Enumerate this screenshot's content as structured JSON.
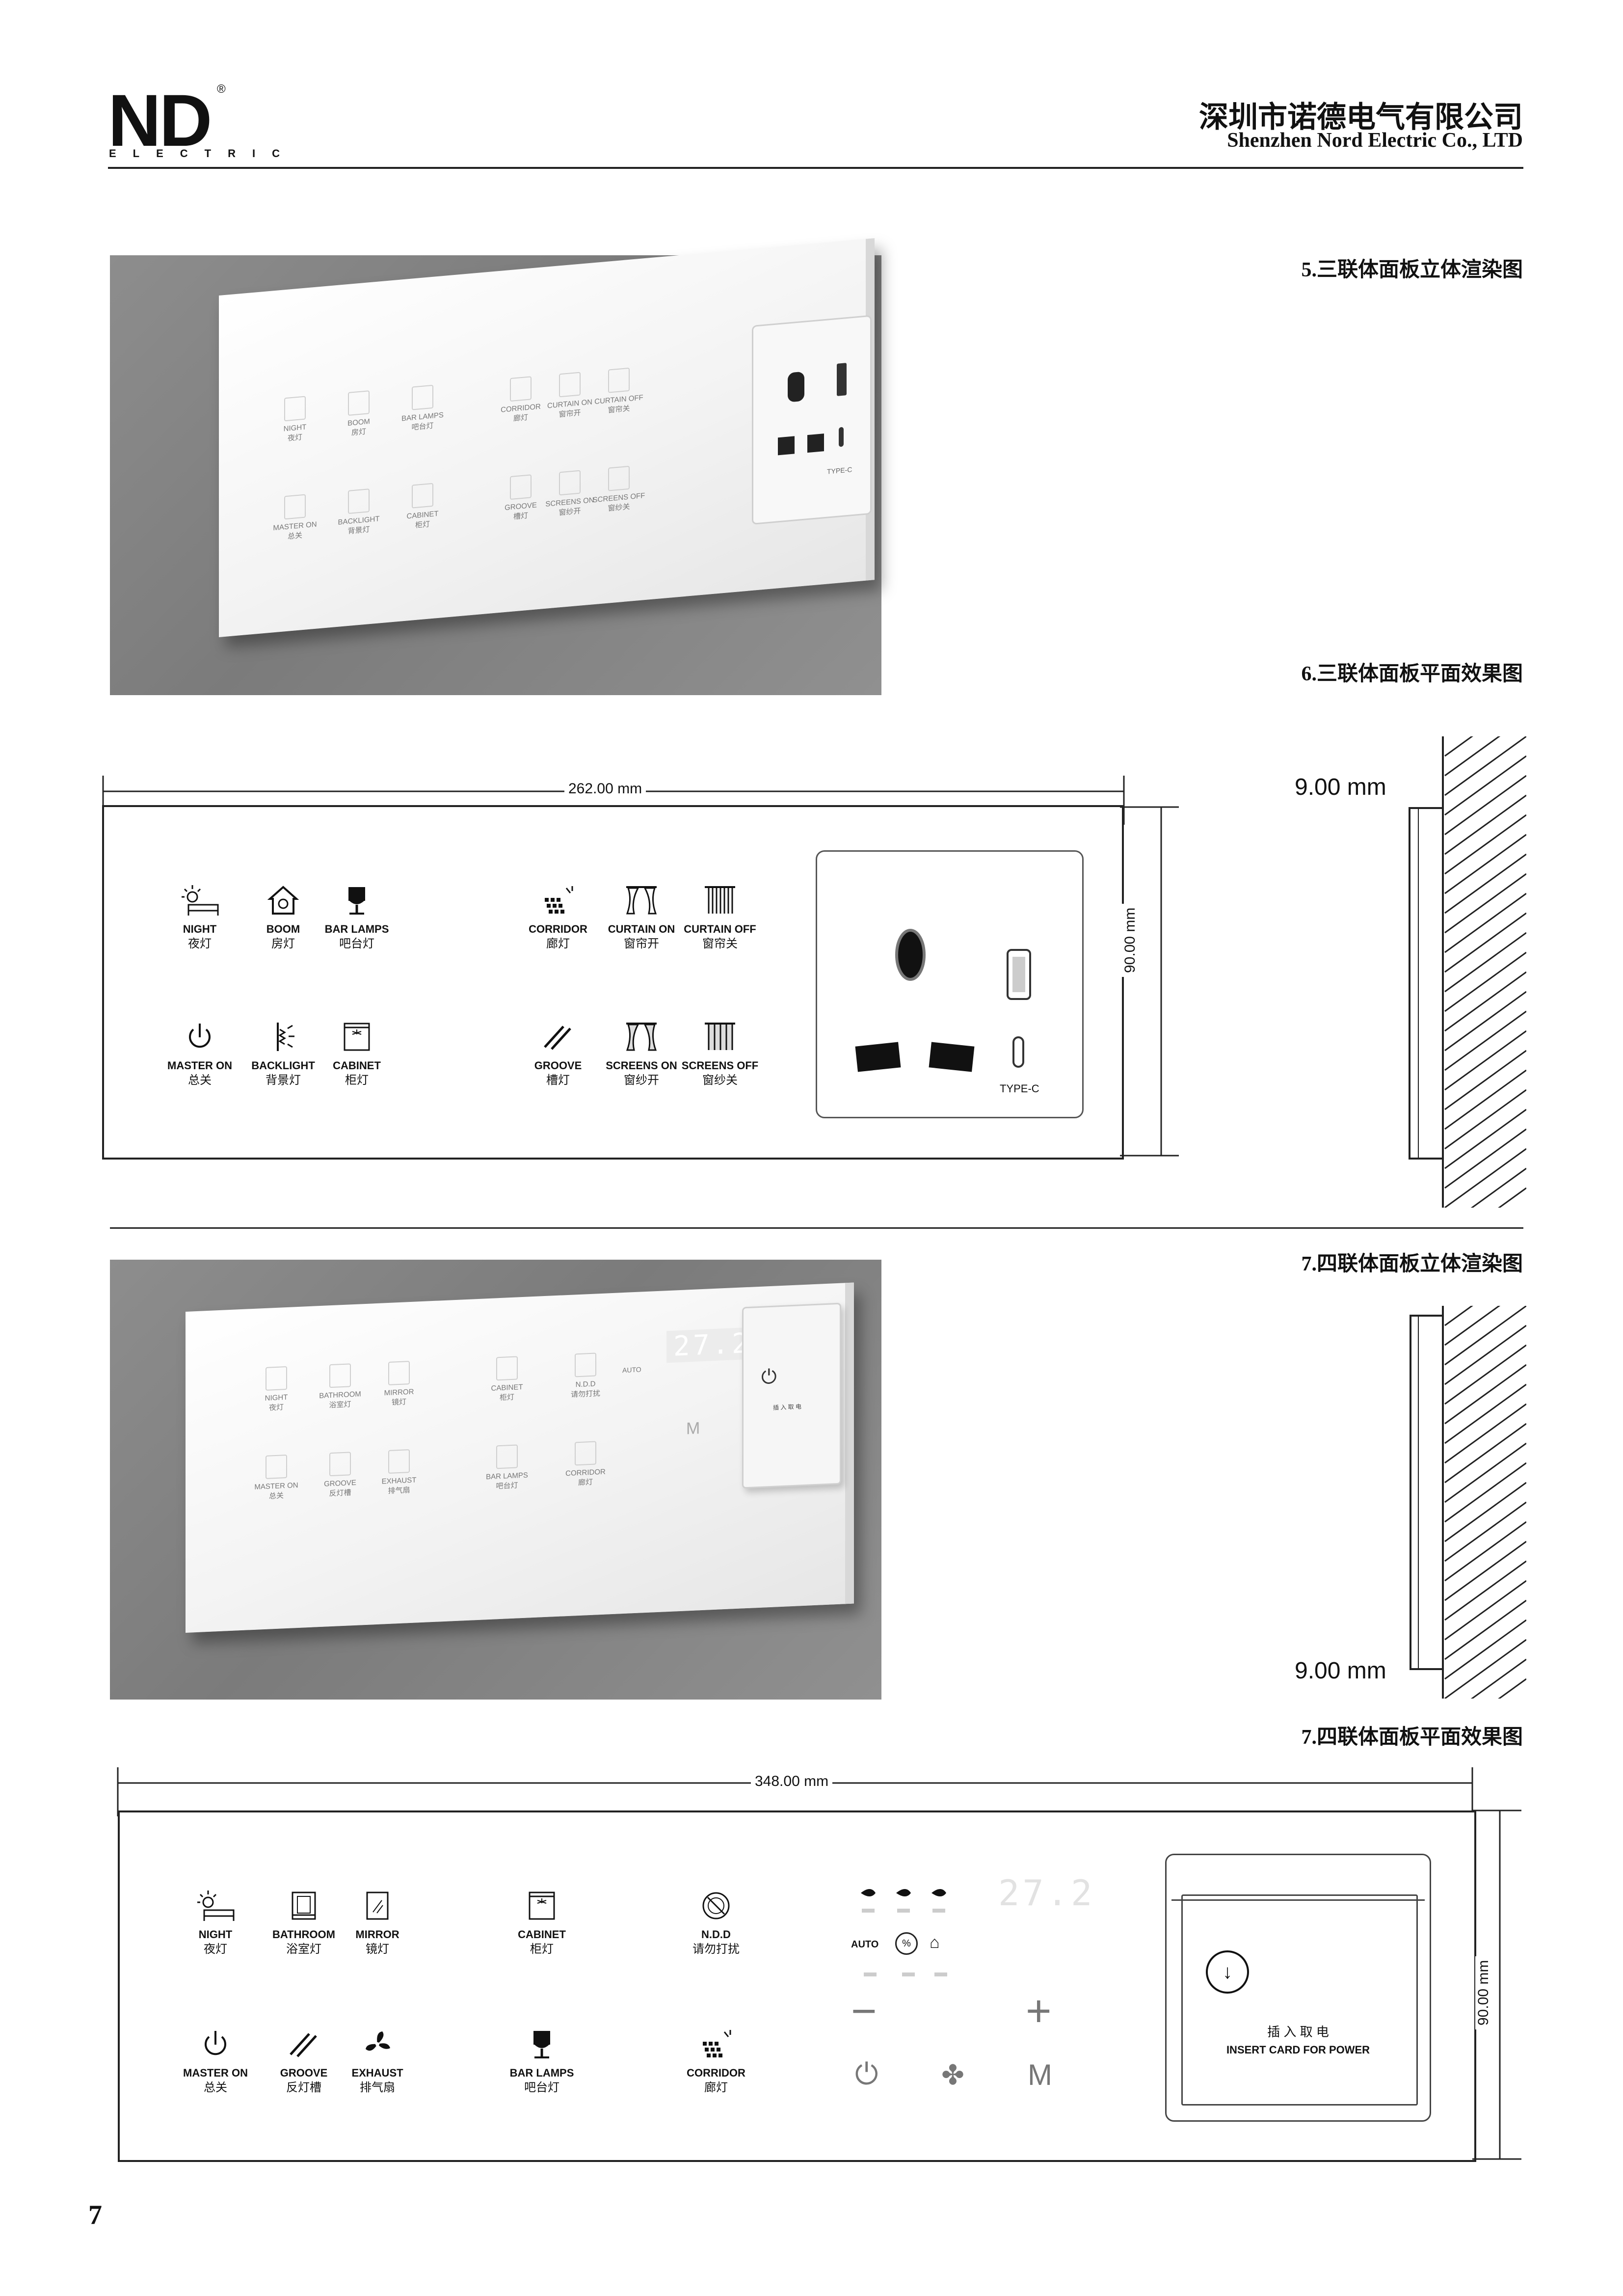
{
  "header": {
    "logo_mark": "ND",
    "logo_sub": "ELECTRIC",
    "logo_reg": "®",
    "company_cn": "深圳市诺德电气有限公司",
    "company_en": "Shenzhen Nord Electric Co., LTD"
  },
  "sections": {
    "s5": "5.三联体面板立体渲染图",
    "s6": "6.三联体面板平面效果图",
    "s7a": "7.四联体面板立体渲染图",
    "s7b": "7.四联体面板平面效果图"
  },
  "triple": {
    "width_dim": "262.00 mm",
    "height_dim": "90.00 mm",
    "depth_dim": "9.00 mm",
    "row1": [
      {
        "en": "NIGHT",
        "cn": "夜灯",
        "icon": "night-icon"
      },
      {
        "en": "BOOM",
        "cn": "房灯",
        "icon": "house-icon"
      },
      {
        "en": "BAR LAMPS",
        "cn": "吧台灯",
        "icon": "bar-lamp-icon"
      },
      {
        "en": "CORRIDOR",
        "cn": "廊灯",
        "icon": "corridor-icon"
      },
      {
        "en": "CURTAIN ON",
        "cn": "窗帘开",
        "icon": "curtain-open-icon"
      },
      {
        "en": "CURTAIN OFF",
        "cn": "窗帘关",
        "icon": "curtain-close-icon"
      }
    ],
    "row2": [
      {
        "en": "MASTER ON",
        "cn": "总关",
        "icon": "power-icon"
      },
      {
        "en": "BACKLIGHT",
        "cn": "背景灯",
        "icon": "backlight-icon"
      },
      {
        "en": "CABINET",
        "cn": "柜灯",
        "icon": "cabinet-icon"
      },
      {
        "en": "GROOVE",
        "cn": "槽灯",
        "icon": "groove-icon"
      },
      {
        "en": "SCREENS ON",
        "cn": "窗纱开",
        "icon": "screen-open-icon"
      },
      {
        "en": "SCREENS OFF",
        "cn": "窗纱关",
        "icon": "screen-close-icon"
      }
    ],
    "socket_label": "TYPE-C"
  },
  "quad": {
    "width_dim": "348.00 mm",
    "height_dim": "90.00 mm",
    "depth_dim": "9.00 mm",
    "row1": [
      {
        "en": "NIGHT",
        "cn": "夜灯",
        "icon": "night-icon"
      },
      {
        "en": "BATHROOM",
        "cn": "浴室灯",
        "icon": "bathroom-icon"
      },
      {
        "en": "MIRROR",
        "cn": "镜灯",
        "icon": "mirror-icon"
      },
      {
        "en": "CABINET",
        "cn": "柜灯",
        "icon": "cabinet-icon"
      },
      {
        "en": "N.D.D",
        "cn": "请勿打扰",
        "icon": "do-not-disturb-icon"
      }
    ],
    "row2": [
      {
        "en": "MASTER ON",
        "cn": "总关",
        "icon": "power-icon"
      },
      {
        "en": "GROOVE",
        "cn": "反灯槽",
        "icon": "groove-icon"
      },
      {
        "en": "EXHAUST",
        "cn": "排气扇",
        "icon": "exhaust-fan-icon"
      },
      {
        "en": "BAR LAMPS",
        "cn": "吧台灯",
        "icon": "bar-lamp-icon"
      },
      {
        "en": "CORRIDOR",
        "cn": "廊灯",
        "icon": "corridor-icon"
      }
    ],
    "thermostat": {
      "temp": "27.2",
      "auto": "AUTO",
      "minus": "−",
      "plus": "+",
      "mode": "M"
    },
    "card_cn": "插 入 取 电",
    "card_en": "INSERT CARD FOR POWER"
  },
  "render5": {
    "labels1": [
      {
        "en": "NIGHT",
        "cn": "夜灯"
      },
      {
        "en": "BOOM",
        "cn": "房灯"
      },
      {
        "en": "BAR LAMPS",
        "cn": "吧台灯"
      },
      {
        "en": "CORRIDOR",
        "cn": "廊灯"
      },
      {
        "en": "CURTAIN ON",
        "cn": "窗帘开"
      },
      {
        "en": "CURTAIN OFF",
        "cn": "窗帘关"
      }
    ],
    "labels2": [
      {
        "en": "MASTER ON",
        "cn": "总关"
      },
      {
        "en": "BACKLIGHT",
        "cn": "背景灯"
      },
      {
        "en": "CABINET",
        "cn": "柜灯"
      },
      {
        "en": "GROOVE",
        "cn": "槽灯"
      },
      {
        "en": "SCREENS ON",
        "cn": "窗纱开"
      },
      {
        "en": "SCREENS OFF",
        "cn": "窗纱关"
      }
    ],
    "typec": "TYPE-C"
  },
  "render7": {
    "labels1": [
      {
        "en": "NIGHT",
        "cn": "夜灯"
      },
      {
        "en": "BATHROOM",
        "cn": "浴室灯"
      },
      {
        "en": "MIRROR",
        "cn": "镜灯"
      },
      {
        "en": "CABINET",
        "cn": "柜灯"
      },
      {
        "en": "N.D.D",
        "cn": "请勿打扰"
      }
    ],
    "labels2": [
      {
        "en": "MASTER ON",
        "cn": "总关"
      },
      {
        "en": "GROOVE",
        "cn": "反灯槽"
      },
      {
        "en": "EXHAUST",
        "cn": "排气扇"
      },
      {
        "en": "BAR LAMPS",
        "cn": "吧台灯"
      },
      {
        "en": "CORRIDOR",
        "cn": "廊灯"
      }
    ],
    "temp": "27.2",
    "card_cn": "插 入 取 电",
    "auto": "AUTO",
    "mode": "M"
  },
  "page_number": "7"
}
